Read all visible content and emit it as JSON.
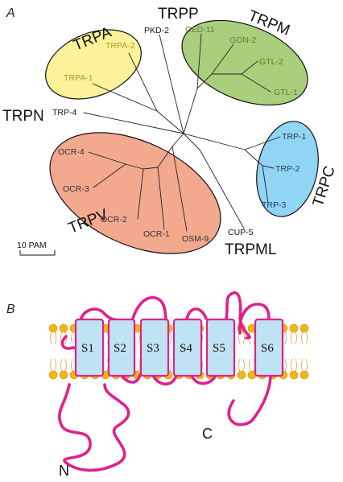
{
  "panel_a": {
    "label": "A",
    "families": [
      {
        "key": "trpa",
        "name": "TRPA",
        "fill": "#fbf29a",
        "members": [
          "TRPA-2",
          "TRPA-1"
        ],
        "member_color": "#a89a3a"
      },
      {
        "key": "trpm",
        "name": "TRPM",
        "fill": "#a9cf7c",
        "members": [
          "CED-11",
          "GON-2",
          "GTL-2",
          "GTL-1"
        ],
        "member_color": "#5a7a3a"
      },
      {
        "key": "trpc",
        "name": "TRPC",
        "fill": "#92d4f4",
        "members": [
          "TRP-1",
          "TRP-2",
          "TRP-3"
        ],
        "member_color": "#1a3a5a"
      },
      {
        "key": "trpv",
        "name": "TRPV",
        "fill": "#f2a98e",
        "members": [
          "OCR-4",
          "OCR-3",
          "OCR-2",
          "OCR-1",
          "OSM-9"
        ],
        "member_color": "#333333"
      },
      {
        "key": "trpp",
        "name": "TRPP",
        "members": [
          "PKD-2"
        ]
      },
      {
        "key": "trpn",
        "name": "TRPN",
        "members": [
          "TRP-4"
        ]
      },
      {
        "key": "trpml",
        "name": "TRPML",
        "members": [
          "CUP-5"
        ]
      }
    ],
    "scale_bar": "10 PAM"
  },
  "panel_b": {
    "label": "B",
    "segments": [
      "S1",
      "S2",
      "S3",
      "S4",
      "S5",
      "S6"
    ],
    "n_terminus": "N",
    "c_terminus": "C",
    "colors": {
      "loop": "#e0218a",
      "segment_fill": "#bfe3f5",
      "lipid_head": "#f2b617"
    }
  }
}
